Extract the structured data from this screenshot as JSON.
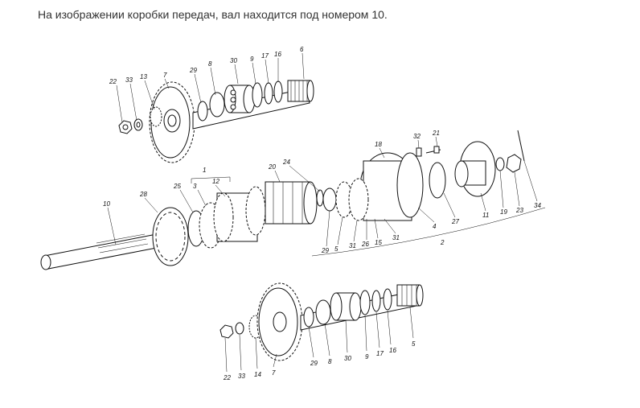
{
  "caption": "На изображении коробки передач, вал находится под номером 10.",
  "labels": {
    "top": [
      "22",
      "33",
      "13",
      "7",
      "29",
      "8",
      "30",
      "9",
      "17",
      "16",
      "6"
    ],
    "middle": [
      "1",
      "3",
      "12",
      "10",
      "28",
      "25",
      "20",
      "24",
      "29",
      "5",
      "31",
      "26",
      "15",
      "31",
      "18",
      "32",
      "21",
      "4",
      "27",
      "11",
      "19",
      "23",
      "34",
      "2"
    ],
    "bottom": [
      "22",
      "33",
      "14",
      "7",
      "29",
      "8",
      "30",
      "9",
      "17",
      "16",
      "5"
    ]
  }
}
